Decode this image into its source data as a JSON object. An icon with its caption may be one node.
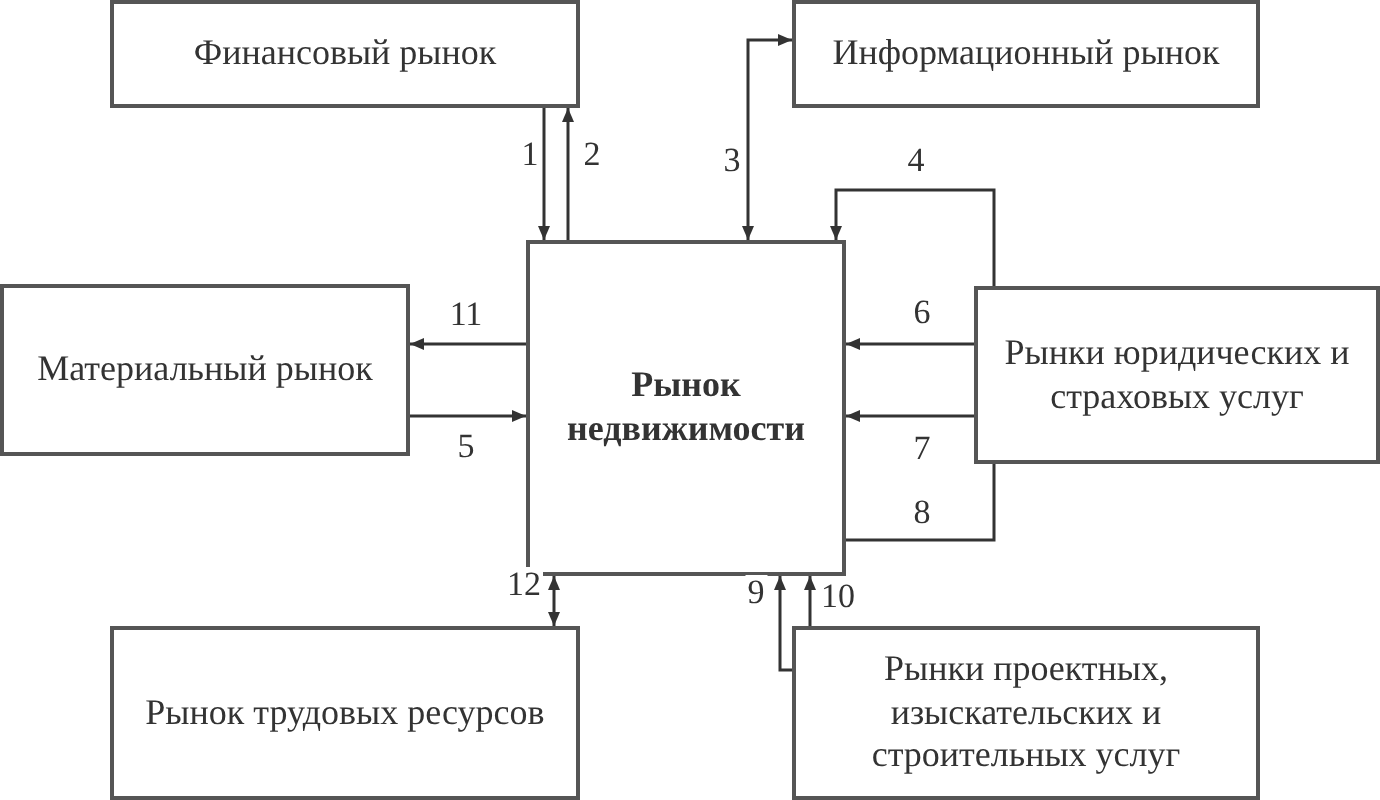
{
  "diagram": {
    "nodes": [
      {
        "text": [
          "Финансовый рынок"
        ]
      },
      {
        "text": [
          "Информационный рынок"
        ]
      },
      {
        "text": [
          "Материальный рынок"
        ]
      },
      {
        "text": [
          "Рынок недвижимости"
        ]
      },
      {
        "text": [
          "Рынки юридических и страховых услуг"
        ]
      },
      {
        "text": [
          "Рынок трудовых ресурсов"
        ]
      },
      {
        "text": [
          "Рынки проектных, изыскательских и строительных услуг"
        ]
      }
    ],
    "edges": [
      {
        "from": 0,
        "to": 3,
        "arrow": "to",
        "label": "1"
      },
      {
        "from": 3,
        "to": 0,
        "arrow": "to",
        "label": "2"
      },
      {
        "from": 3,
        "to": 1,
        "arrow": "both",
        "label": "3"
      },
      {
        "from": 4,
        "to": 3,
        "arrow": "to",
        "label": "4"
      },
      {
        "from": 2,
        "to": 3,
        "arrow": "to",
        "label": "5"
      },
      {
        "from": 4,
        "to": 3,
        "arrow": "to",
        "label": "6"
      },
      {
        "from": 4,
        "to": 3,
        "arrow": "to",
        "label": "7"
      },
      {
        "from": 4,
        "to": 3,
        "arrow": "to",
        "label": "8"
      },
      {
        "from": 6,
        "to": 3,
        "arrow": "to",
        "label": "9"
      },
      {
        "from": 6,
        "to": 3,
        "arrow": "to",
        "label": "10"
      },
      {
        "from": 3,
        "to": 2,
        "arrow": "to",
        "label": "11"
      },
      {
        "from": 3,
        "to": 5,
        "arrow": "both",
        "label": "12"
      }
    ]
  }
}
